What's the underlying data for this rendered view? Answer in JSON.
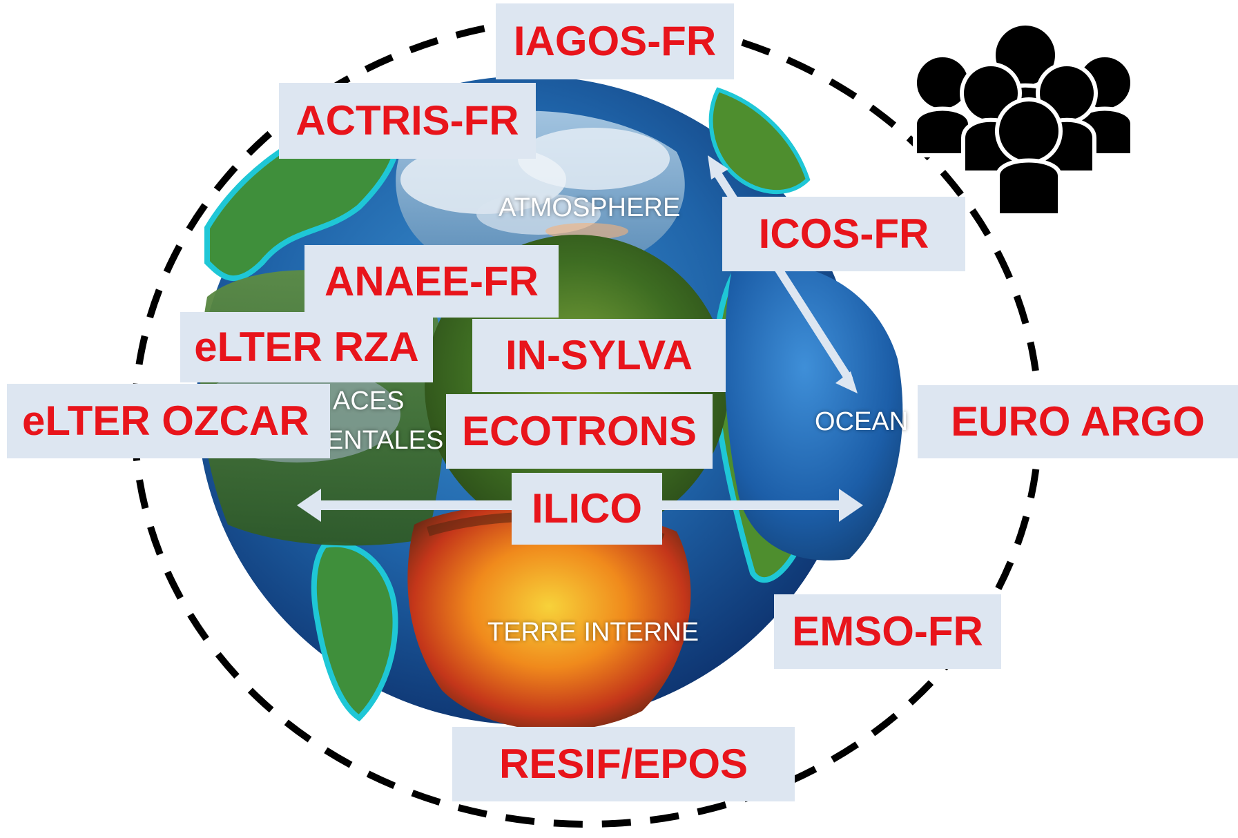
{
  "domains": {
    "atmosphere": "ATMOSPHERE",
    "surfaces_line1": "ACES",
    "surfaces_line2": "ENTALES",
    "ocean": "OCEAN",
    "earth_interior": "TERRE INTERNE"
  },
  "infrastructures": {
    "iagos": "IAGOS-FR",
    "actris": "ACTRIS-FR",
    "icos": "ICOS-FR",
    "anaee": "ANAEE-FR",
    "elter_rza": "eLTER RZA",
    "in_sylva": "IN-SYLVA",
    "elter_ozcar": "eLTER OZCAR",
    "ecotrons": "ECOTRONS",
    "euro_argo": "EURO ARGO",
    "ilico": "ILICO",
    "emso": "EMSO-FR",
    "resif_epos": "RESIF/EPOS"
  },
  "icons": {
    "community": "people-group-icon"
  },
  "colors": {
    "label_text": "#e8141b",
    "label_background": "#dde6f1",
    "dashed_circle": "#000000",
    "arrow": "#dde6f1"
  }
}
